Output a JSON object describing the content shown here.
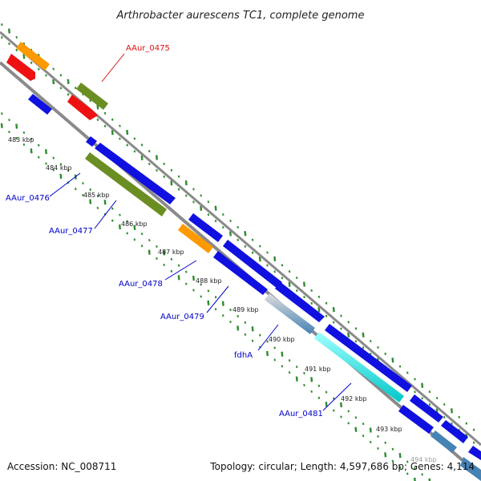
{
  "title": "Arthrobacter aurescens TC1, complete genome",
  "footer": {
    "accession": "Accession: NC_008711",
    "summary": "Topology: circular; Length: 4,597,686 bp; Genes: 4,114"
  },
  "colors": {
    "backbone": "#7f7f7f",
    "gc_ticks": "#2e8b2e",
    "red_feature": "#ee1111",
    "orange_feature": "#ff9900",
    "olive_feature": "#6b8e23",
    "blue_feature": "#1010e0",
    "cyan_feature": "#00e6e6",
    "steel_feature": "#4682b4",
    "label_red": "#dd1111",
    "label_blue": "#0000cc"
  },
  "kbp_ticks": [
    "483 kbp",
    "484 kbp",
    "485 kbp",
    "486 kbp",
    "487 kbp",
    "488 kbp",
    "489 kbp",
    "490 kbp",
    "491 kbp",
    "492 kbp",
    "493 kbp",
    "494 kbp"
  ],
  "gene_labels": [
    {
      "text": "AAur_0475",
      "color": "red"
    },
    {
      "text": "AAur_0476",
      "color": "blue"
    },
    {
      "text": "AAur_0477",
      "color": "blue"
    },
    {
      "text": "AAur_0478",
      "color": "blue"
    },
    {
      "text": "AAur_0479",
      "color": "blue"
    },
    {
      "text": "fdhA",
      "color": "blue"
    },
    {
      "text": "AAur_0481",
      "color": "blue"
    }
  ]
}
